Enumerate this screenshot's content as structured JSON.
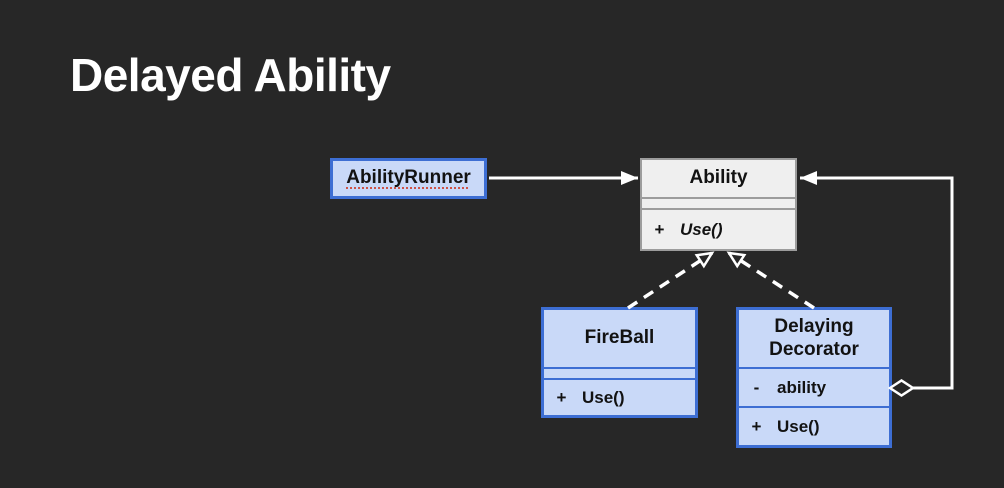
{
  "title": "Delayed Ability",
  "colors": {
    "background": "#272727",
    "line": "#ffffff",
    "concrete_class_fill": "#c9d9f8",
    "concrete_class_border": "#3d6ed3",
    "abstract_class_fill": "#efefef",
    "abstract_class_border": "#9c9c9c",
    "text": "#121212",
    "title_text": "#ffffff",
    "spellcheck_underline": "#cc5348"
  },
  "diagram": {
    "classes": {
      "ability_runner": {
        "name": "AbilityRunner"
      },
      "ability": {
        "name": "Ability",
        "methods": [
          {
            "visibility": "+",
            "signature": "Use()",
            "abstract": true
          }
        ]
      },
      "fireball": {
        "name": "FireBall",
        "methods": [
          {
            "visibility": "+",
            "signature": "Use()"
          }
        ]
      },
      "delaying_decorator": {
        "name": "Delaying Decorator",
        "fields": [
          {
            "visibility": "-",
            "name": "ability"
          }
        ],
        "methods": [
          {
            "visibility": "+",
            "signature": "Use()"
          }
        ]
      }
    },
    "relations": [
      {
        "from": "AbilityRunner",
        "to": "Ability",
        "type": "association",
        "line": "solid",
        "arrowhead": "filled"
      },
      {
        "from": "FireBall",
        "to": "Ability",
        "type": "realization",
        "line": "dashed",
        "arrowhead": "open"
      },
      {
        "from": "Delaying Decorator",
        "to": "Ability",
        "type": "realization",
        "line": "dashed",
        "arrowhead": "open"
      },
      {
        "from": "Delaying Decorator",
        "to": "Ability",
        "type": "aggregation",
        "line": "solid",
        "diamond": "hollow",
        "arrowhead": "filled"
      }
    ]
  }
}
